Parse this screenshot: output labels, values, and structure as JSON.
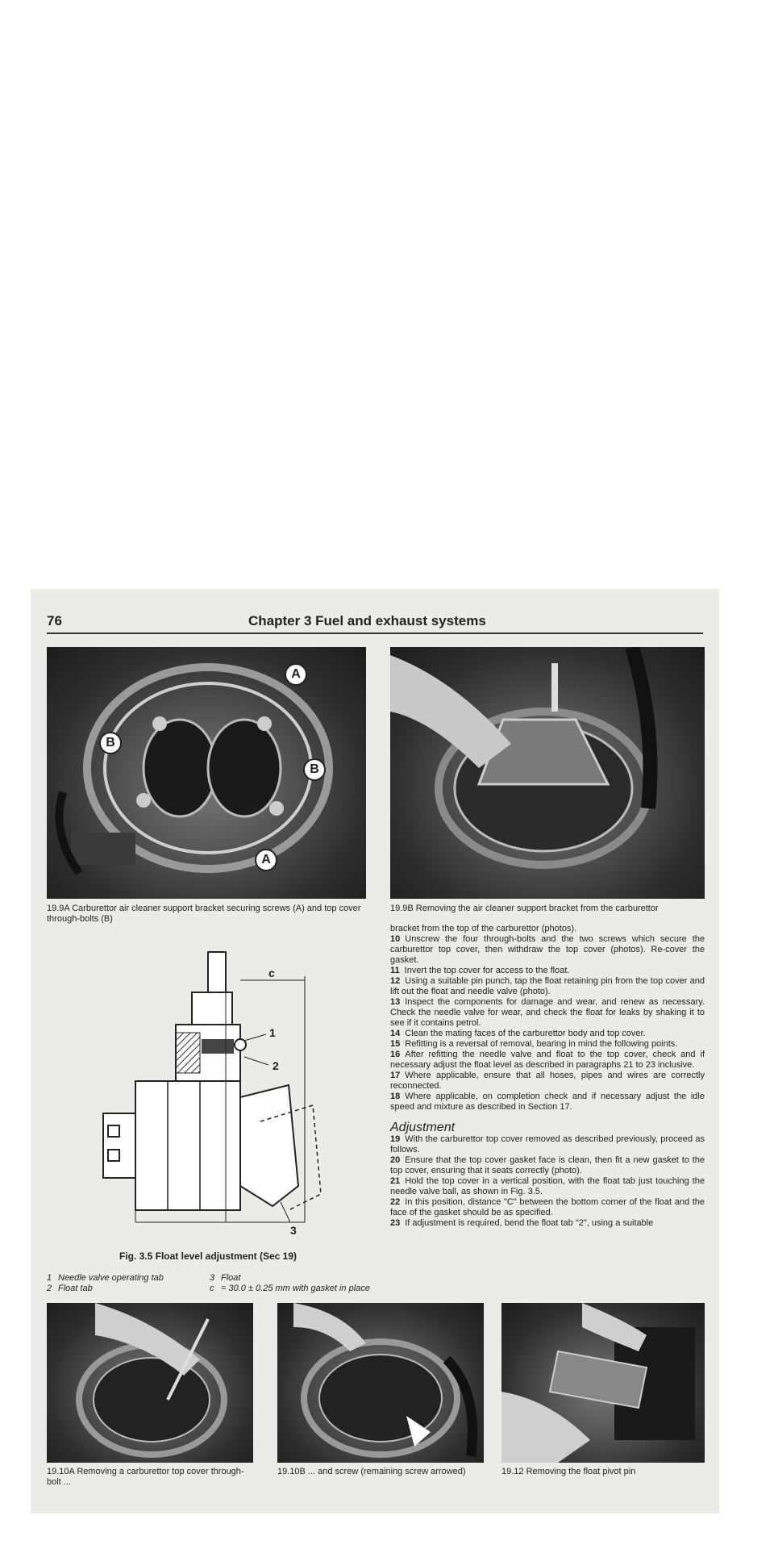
{
  "header": {
    "page_number": "76",
    "chapter_title": "Chapter 3   Fuel and exhaust systems"
  },
  "photos": {
    "p199a": {
      "caption": "19.9A Carburettor air cleaner support bracket securing screws (A) and top cover through-bolts (B)"
    },
    "p199b": {
      "caption": "19.9B Removing the air cleaner support bracket from the carburettor"
    },
    "p1910a": {
      "caption": "19.10A Removing a carburettor top cover through-bolt ..."
    },
    "p1910b": {
      "caption": "19.10B ... and screw (remaining screw arrowed)"
    },
    "p1912": {
      "caption": "19.12 Removing the float pivot pin"
    }
  },
  "photo_labels": {
    "a": "A",
    "b": "B"
  },
  "figure": {
    "caption": "Fig. 3.5 Float level adjustment (Sec 19)",
    "label_c": "c",
    "label_1": "1",
    "label_2": "2",
    "label_3": "3",
    "legend": [
      {
        "num": "1",
        "text": "Needle valve operating tab"
      },
      {
        "num": "2",
        "text": "Float tab"
      },
      {
        "num": "3",
        "text": "Float"
      },
      {
        "num": "c",
        "text": "= 30.0 ± 0.25 mm with gasket in place"
      }
    ]
  },
  "text": {
    "intro": "bracket from the top of the carburettor (photos).",
    "paragraphs": [
      {
        "num": "10",
        "text": "Unscrew the four through-bolts and the two screws which secure the carburettor top cover, then withdraw the top cover (photos). Re-cover the gasket."
      },
      {
        "num": "11",
        "text": "Invert the top cover for access to the float."
      },
      {
        "num": "12",
        "text": "Using a suitable pin punch, tap the float retaining pin from the top cover and lift out the float and needle valve (photo)."
      },
      {
        "num": "13",
        "text": "Inspect the components for damage and wear, and renew as necessary. Check the needle valve for wear, and check the float for leaks by shaking it to see if it contains petrol."
      },
      {
        "num": "14",
        "text": "Clean the mating faces of the carburettor body and top cover."
      },
      {
        "num": "15",
        "text": "Refitting is a reversal of removal, bearing in mind the following points."
      },
      {
        "num": "16",
        "text": "After refitting the needle valve and float to the top cover, check and if necessary adjust the float level as described in paragraphs 21 to 23 inclusive."
      },
      {
        "num": "17",
        "text": "Where applicable, ensure that all hoses, pipes and wires are correctly reconnected."
      },
      {
        "num": "18",
        "text": "Where applicable, on completion check and if necessary adjust the idle speed and mixture as described in Section 17."
      }
    ],
    "subheading": "Adjustment",
    "adjustment": [
      {
        "num": "19",
        "text": "With the carburettor top cover removed as described previously, proceed as follows."
      },
      {
        "num": "20",
        "text": "Ensure that the top cover gasket face is clean, then fit a new gasket to the top cover, ensuring that it seats correctly (photo)."
      },
      {
        "num": "21",
        "text": "Hold the top cover in a vertical position, with the float tab just touching the needle valve ball, as shown in Fig. 3.5."
      },
      {
        "num": "22",
        "text": "In this position, distance \"C\" between the bottom corner of the float and the face of the gasket should be as specified."
      },
      {
        "num": "23",
        "text": "If adjustment is required, bend the float tab \"2\", using a suitable"
      }
    ]
  }
}
